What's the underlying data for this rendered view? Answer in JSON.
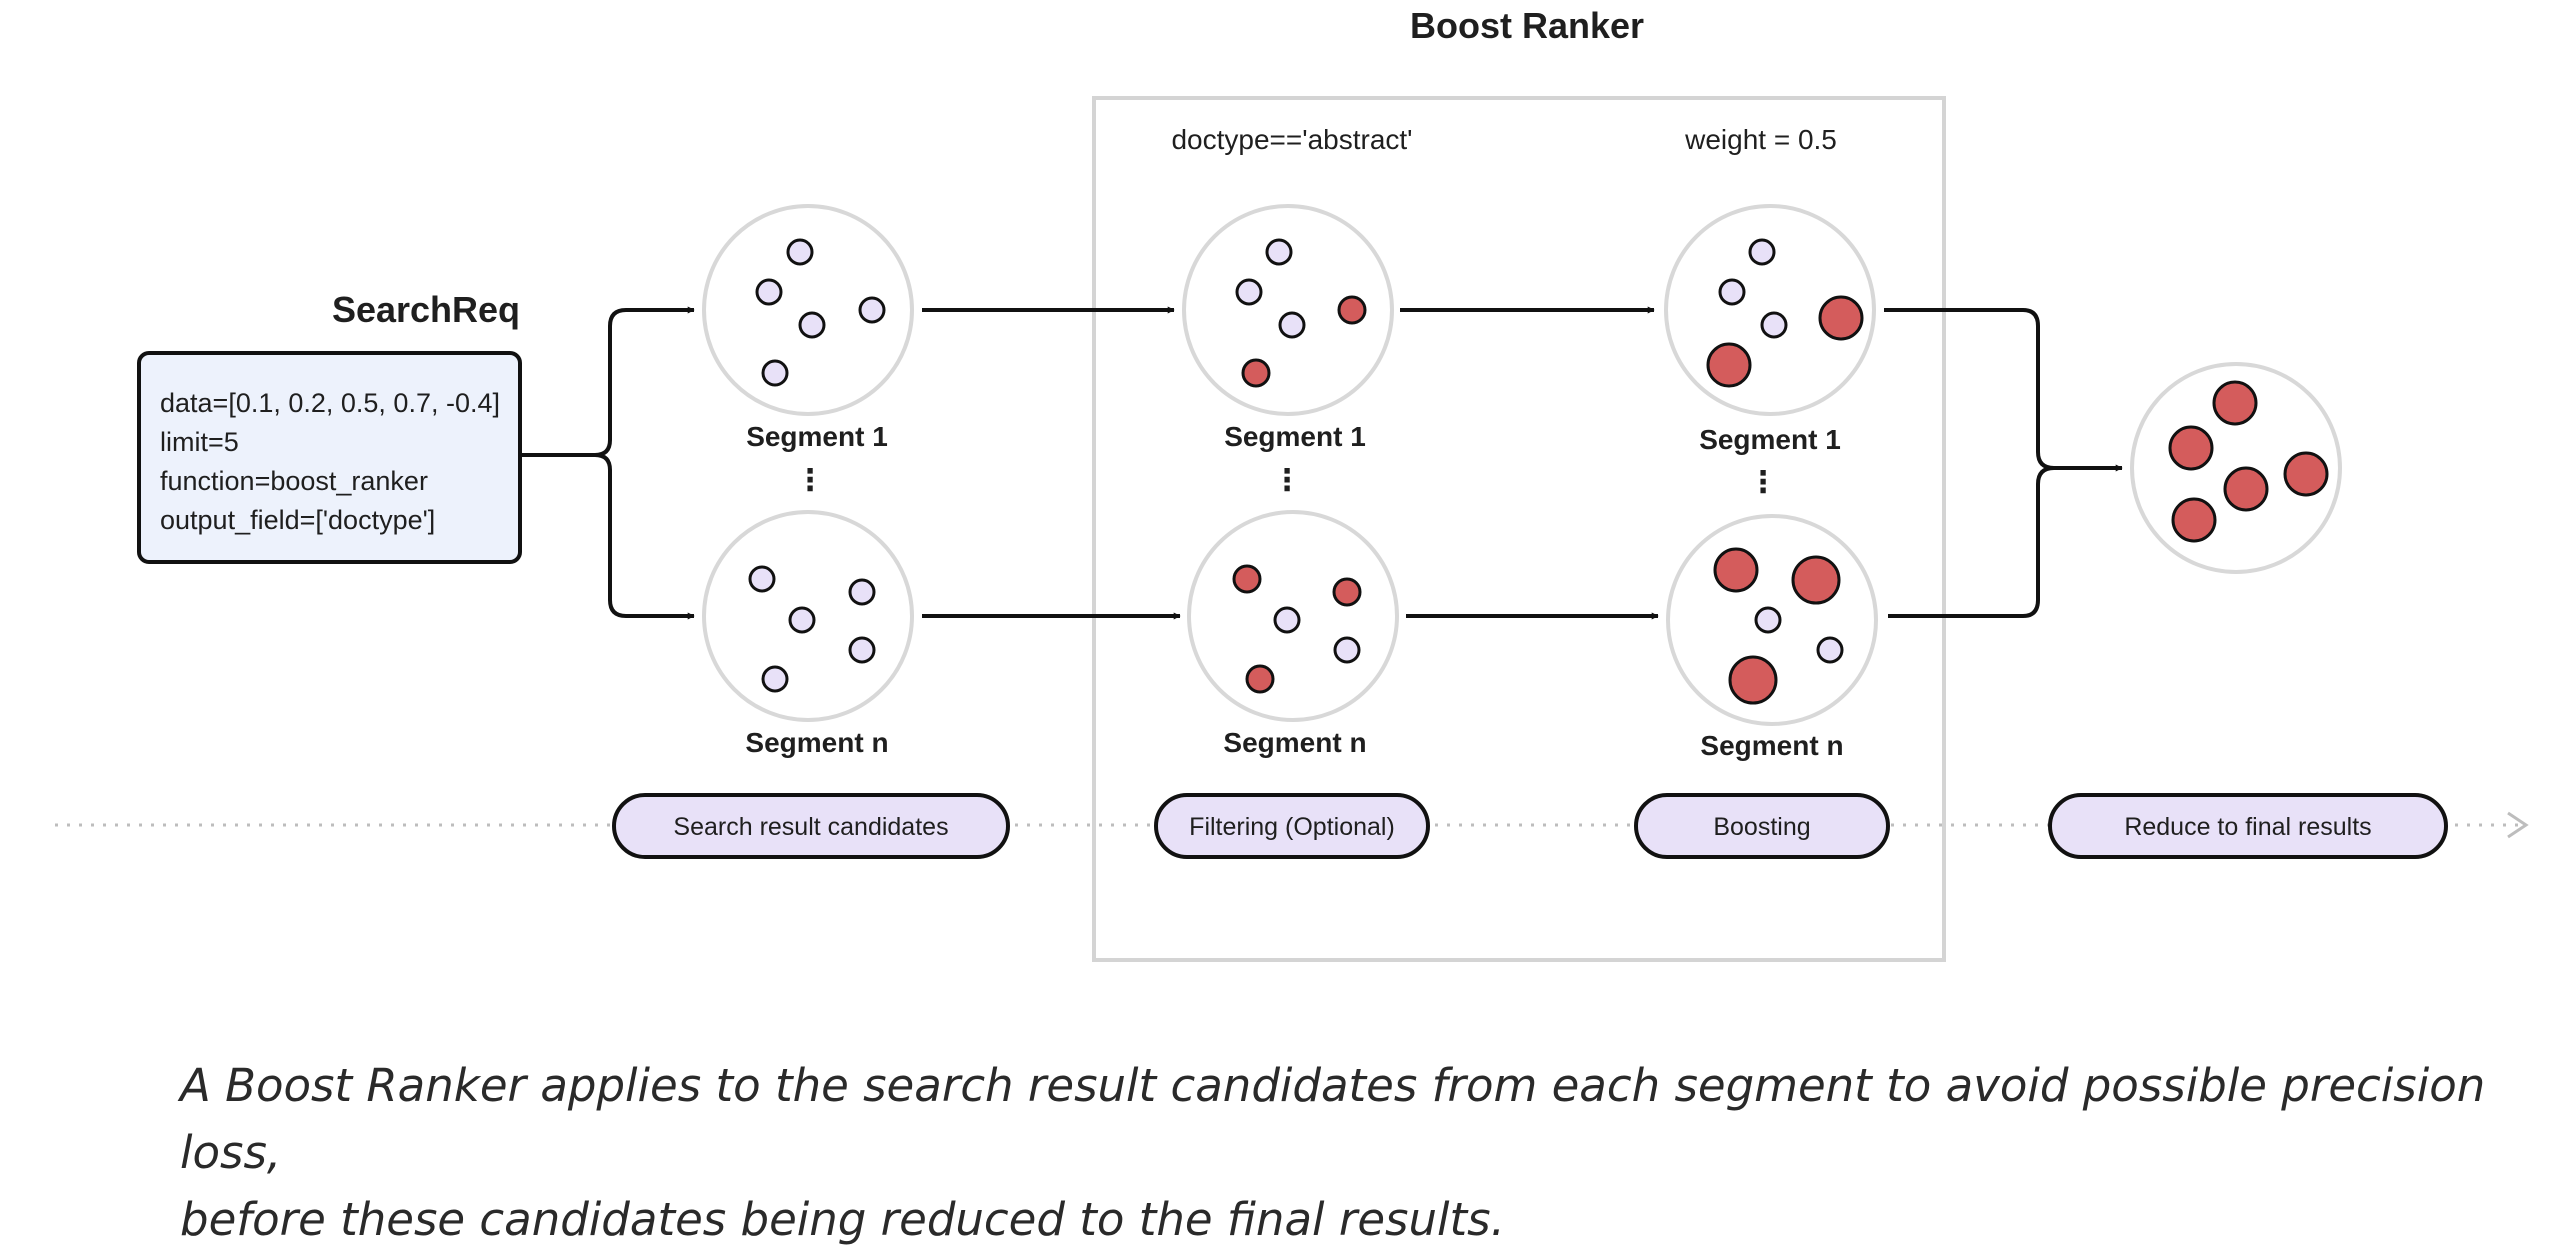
{
  "title": "Boost Ranker",
  "request": {
    "title": "SearchReq",
    "lines": [
      "data=[0.1, 0.2, 0.5, 0.7, -0.4]",
      "limit=5",
      "function=boost_ranker",
      "output_field=['doctype']"
    ]
  },
  "conditions": {
    "filter": "doctype=='abstract'",
    "weight": "weight = 0.5"
  },
  "segments": {
    "first": "Segment 1",
    "last": "Segment n",
    "ellipsis": "⋮"
  },
  "stages": [
    "Search result candidates",
    "Filtering (Optional)",
    "Boosting",
    "Reduce to final results"
  ],
  "caption": {
    "line1": "A Boost Ranker applies to the search result candidates from each segment to avoid possible precision loss,",
    "line2": "before these candidates being reduced to the final results."
  },
  "colors": {
    "candidate": "#e8e1f8",
    "matched": "#d45c5c",
    "stage_fill": "#e8e1f8",
    "request_fill": "#edf2fc",
    "ring": "#d8d8d8",
    "frame": "#d4d4d4"
  }
}
